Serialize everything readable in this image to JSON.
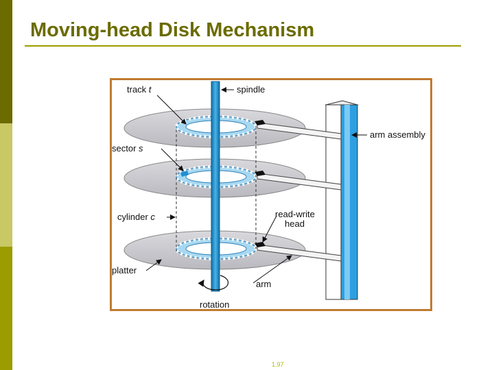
{
  "slide": {
    "title": "Moving-head Disk Mechanism",
    "page_number": "1.97"
  },
  "diagram": {
    "labels": {
      "track": "track t",
      "spindle": "spindle",
      "arm_assembly": "arm assembly",
      "sector": "sector s",
      "cylinder": "cylinder c",
      "read_write_head_line1": "read-write",
      "read_write_head_line2": "head",
      "platter": "platter",
      "arm": "arm",
      "rotation": "rotation"
    }
  },
  "colors": {
    "accent_dark": "#6b6b00",
    "accent_light": "#c8c864",
    "accent_mid": "#9c9c00",
    "frame_border": "#c07a30",
    "spindle_blue": "#2a9ad6",
    "track_blue": "#a8d8f0"
  }
}
